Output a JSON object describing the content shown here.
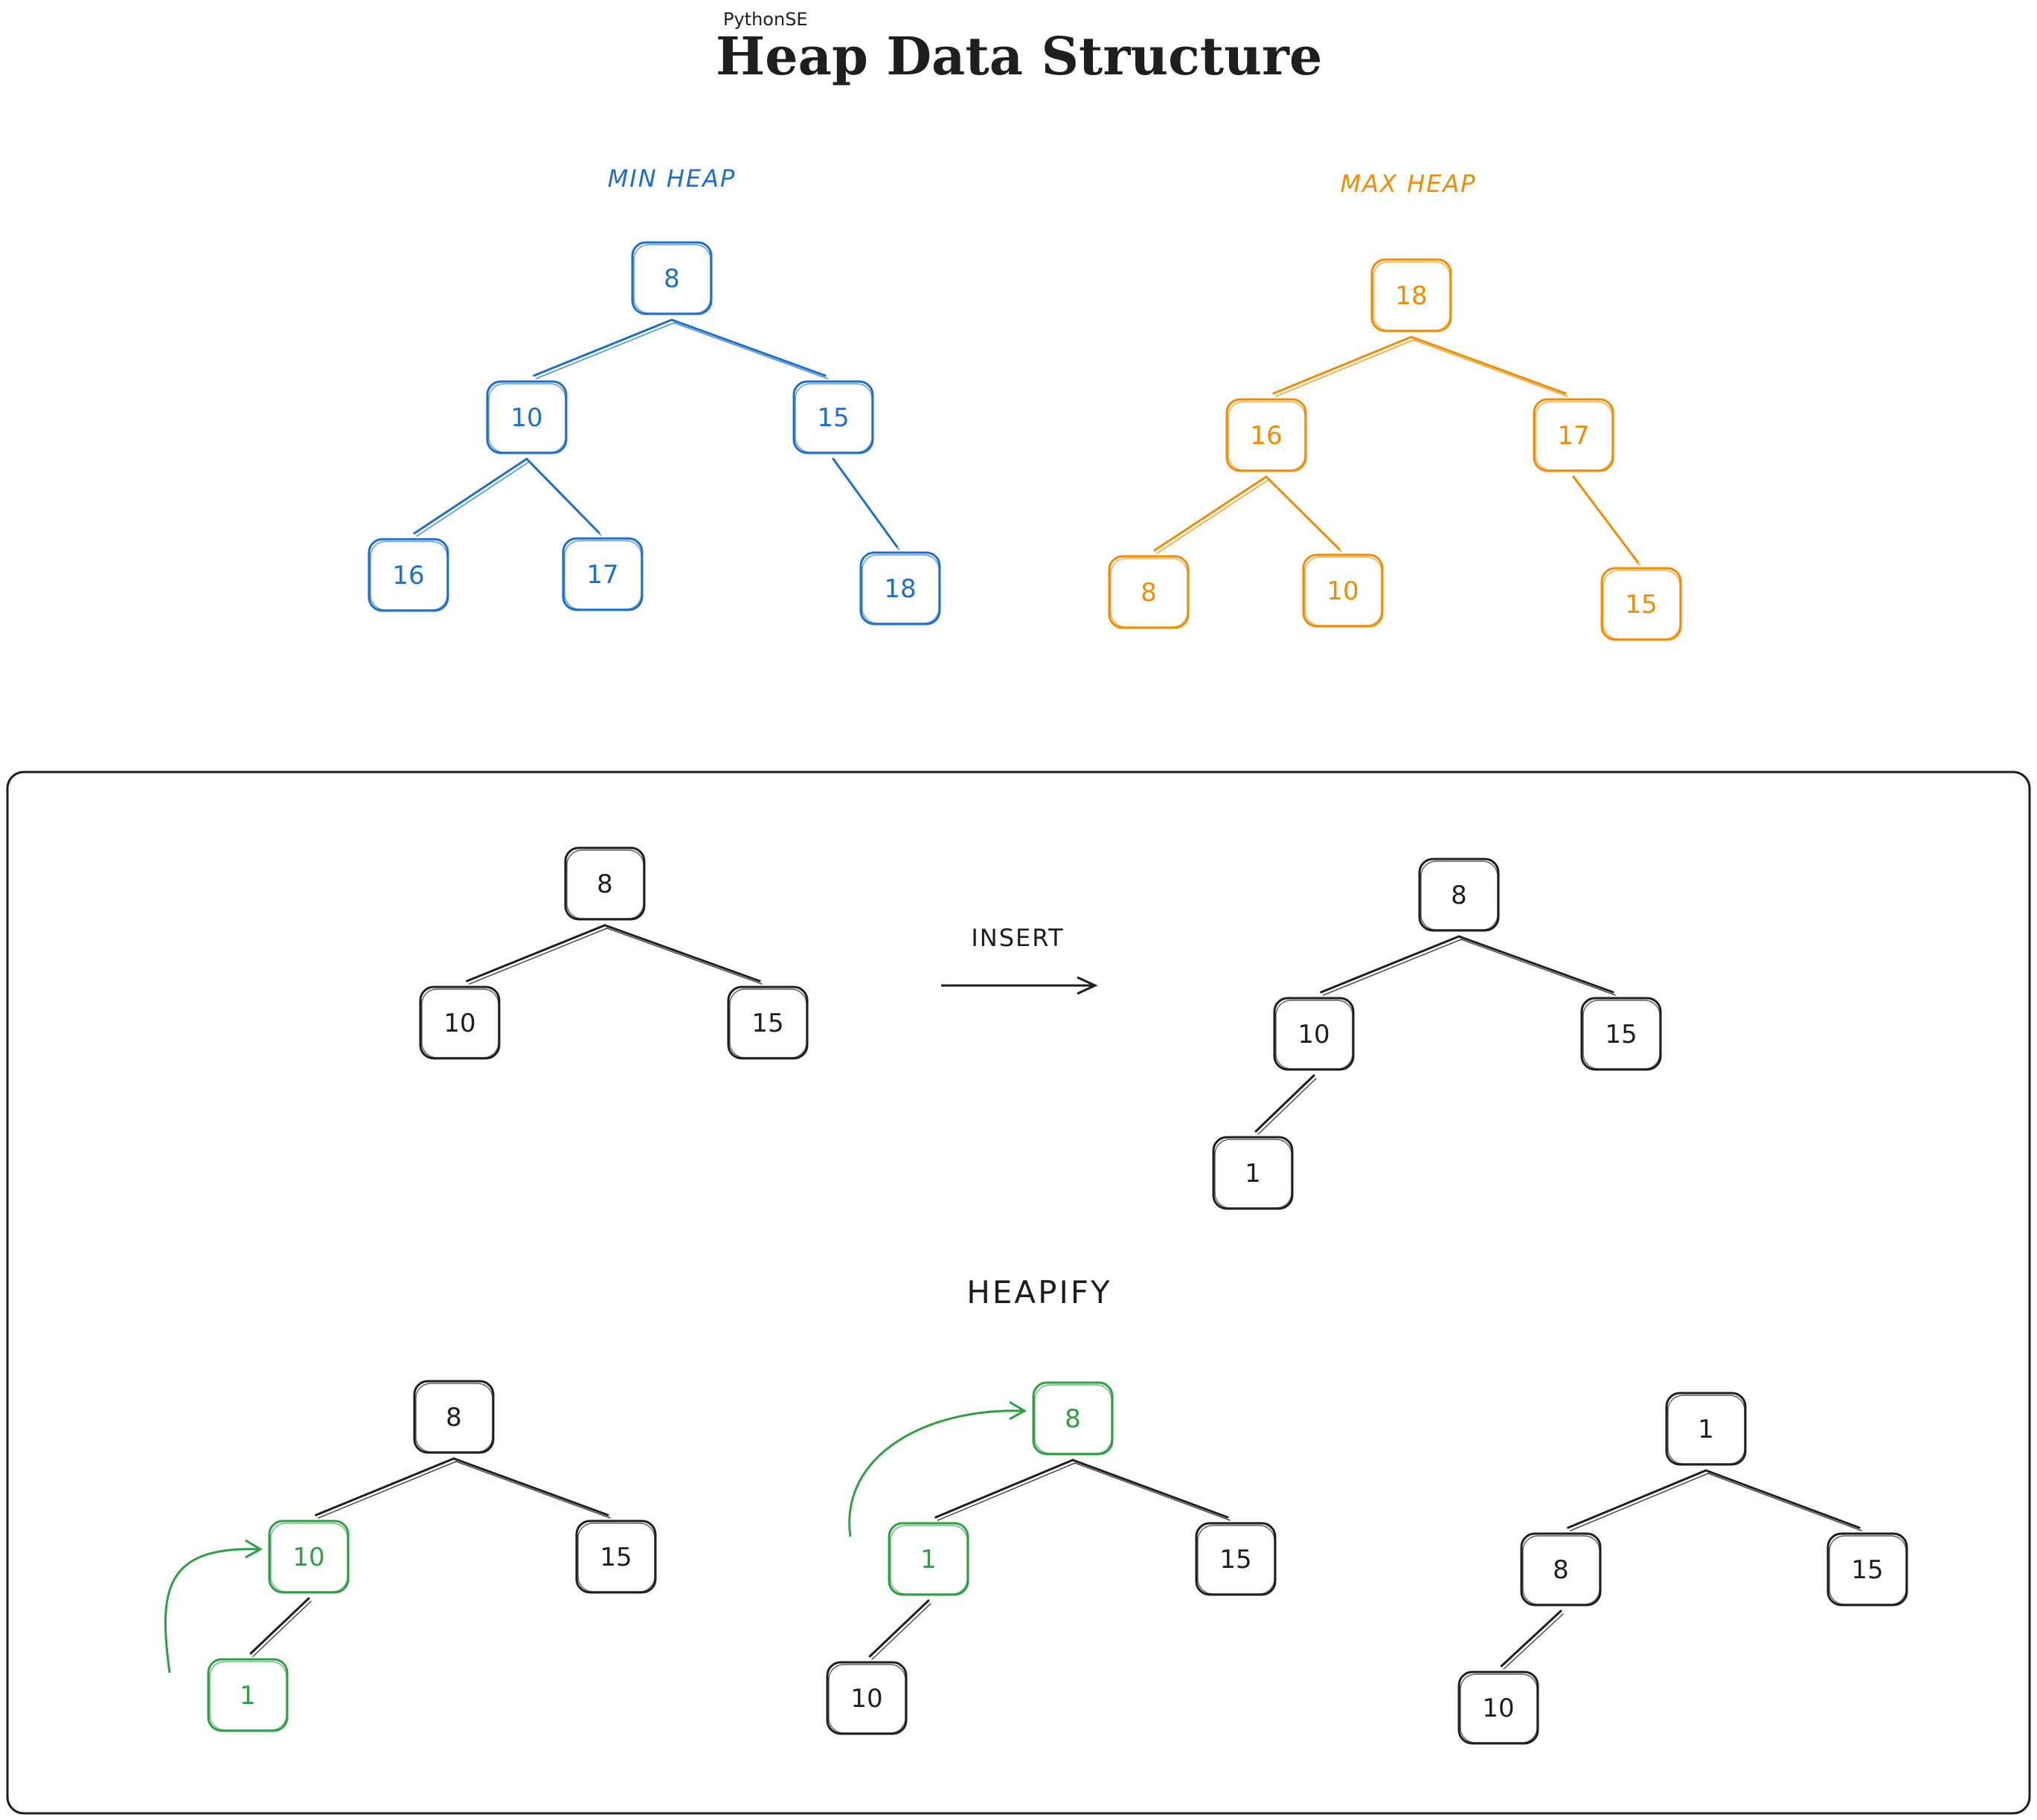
{
  "header": {
    "brand": "PythonSE",
    "title": "Heap Data Structure"
  },
  "colors": {
    "min_heap": "#1e6fc7",
    "max_heap": "#f08c00",
    "ink": "#1e1e1e",
    "highlight": "#2f9e44"
  },
  "min_heap": {
    "label": "MIN HEAP",
    "nodes": [
      {
        "id": "r",
        "value": "8"
      },
      {
        "id": "l",
        "value": "10"
      },
      {
        "id": "rr",
        "value": "15"
      },
      {
        "id": "ll",
        "value": "16"
      },
      {
        "id": "lr",
        "value": "17"
      },
      {
        "id": "rrr",
        "value": "18"
      }
    ],
    "edges": [
      [
        "r",
        "l"
      ],
      [
        "r",
        "rr"
      ],
      [
        "l",
        "ll"
      ],
      [
        "l",
        "lr"
      ],
      [
        "rr",
        "rrr"
      ]
    ]
  },
  "max_heap": {
    "label": "MAX HEAP",
    "nodes": [
      {
        "id": "r",
        "value": "18"
      },
      {
        "id": "l",
        "value": "16"
      },
      {
        "id": "rr",
        "value": "17"
      },
      {
        "id": "ll",
        "value": "8"
      },
      {
        "id": "lr",
        "value": "10"
      },
      {
        "id": "rrr",
        "value": "15"
      }
    ],
    "edges": [
      [
        "r",
        "l"
      ],
      [
        "r",
        "rr"
      ],
      [
        "l",
        "ll"
      ],
      [
        "l",
        "lr"
      ],
      [
        "rr",
        "rrr"
      ]
    ]
  },
  "insert": {
    "label": "INSERT",
    "before": {
      "nodes": [
        {
          "id": "r",
          "value": "8"
        },
        {
          "id": "l",
          "value": "10"
        },
        {
          "id": "rr",
          "value": "15"
        }
      ],
      "edges": [
        [
          "r",
          "l"
        ],
        [
          "r",
          "rr"
        ]
      ]
    },
    "after": {
      "nodes": [
        {
          "id": "r",
          "value": "8"
        },
        {
          "id": "l",
          "value": "10"
        },
        {
          "id": "rr",
          "value": "15"
        },
        {
          "id": "ll",
          "value": "1"
        }
      ],
      "edges": [
        [
          "r",
          "l"
        ],
        [
          "r",
          "rr"
        ],
        [
          "l",
          "ll"
        ]
      ]
    }
  },
  "heapify": {
    "label": "HEAPIFY",
    "steps": [
      {
        "nodes": [
          {
            "id": "r",
            "value": "8",
            "highlight": false
          },
          {
            "id": "l",
            "value": "10",
            "highlight": true
          },
          {
            "id": "rr",
            "value": "15",
            "highlight": false
          },
          {
            "id": "ll",
            "value": "1",
            "highlight": true
          }
        ],
        "edges": [
          [
            "r",
            "l"
          ],
          [
            "r",
            "rr"
          ],
          [
            "l",
            "ll"
          ]
        ],
        "swap_arrow": [
          "ll",
          "l"
        ]
      },
      {
        "nodes": [
          {
            "id": "r",
            "value": "8",
            "highlight": true
          },
          {
            "id": "l",
            "value": "1",
            "highlight": true
          },
          {
            "id": "rr",
            "value": "15",
            "highlight": false
          },
          {
            "id": "ll",
            "value": "10",
            "highlight": false
          }
        ],
        "edges": [
          [
            "r",
            "l"
          ],
          [
            "r",
            "rr"
          ],
          [
            "l",
            "ll"
          ]
        ],
        "swap_arrow": [
          "l",
          "r"
        ]
      },
      {
        "nodes": [
          {
            "id": "r",
            "value": "1",
            "highlight": false
          },
          {
            "id": "l",
            "value": "8",
            "highlight": false
          },
          {
            "id": "rr",
            "value": "15",
            "highlight": false
          },
          {
            "id": "ll",
            "value": "10",
            "highlight": false
          }
        ],
        "edges": [
          [
            "r",
            "l"
          ],
          [
            "r",
            "rr"
          ],
          [
            "l",
            "ll"
          ]
        ],
        "swap_arrow": null
      }
    ]
  }
}
